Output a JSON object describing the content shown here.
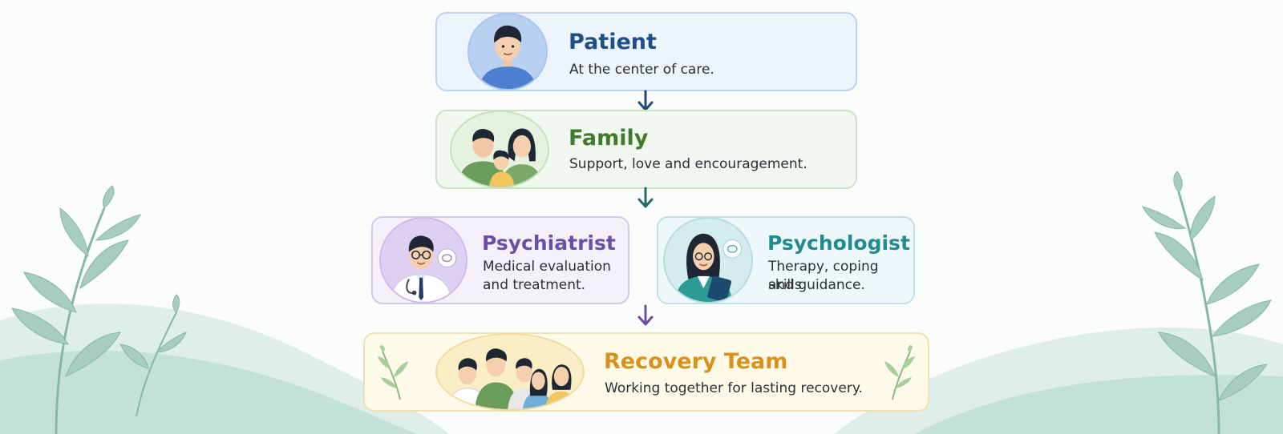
{
  "nodes": {
    "patient": {
      "title": "Patient",
      "desc": "At the center of care.",
      "color": "#1d4f8a"
    },
    "family": {
      "title": "Family",
      "desc": "Support, love and encouragement.",
      "color": "#3f7a2e"
    },
    "psychiatrist": {
      "title": "Psychiatrist",
      "desc_line1": "Medical evaluation",
      "desc_line2": "and treatment.",
      "color": "#6b4fa6"
    },
    "psychologist": {
      "title": "Psychologist",
      "desc_line1": "Therapy, coping skills",
      "desc_line2": "and guidance.",
      "color": "#1f8d8f"
    },
    "team": {
      "title": "Recovery Team",
      "desc": "Working together for lasting recovery.",
      "color": "#d9911a"
    }
  },
  "arrows": {
    "patient_to_family": "#254a7a",
    "family_to_specialists": "#1f6e6a",
    "specialists_to_team": "#6b4fa6"
  },
  "icons": {
    "patient": "patient-avatar-icon",
    "family": "family-avatar-icon",
    "psychiatrist": "psychiatrist-avatar-icon",
    "psychologist": "psychologist-avatar-icon",
    "team": "team-avatar-icon",
    "leaf": "leaf-sprig-icon"
  }
}
